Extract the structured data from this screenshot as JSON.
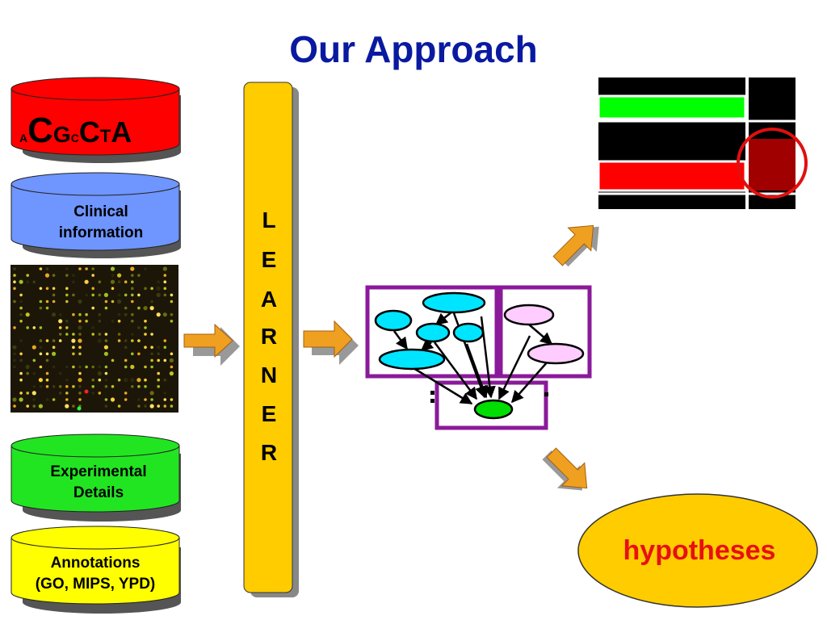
{
  "slide": {
    "title": "Our Approach"
  },
  "sources": {
    "dna_letters": [
      "A",
      "C",
      "G",
      "C",
      "C",
      "T",
      "A"
    ],
    "clinical": [
      "Clinical",
      "information"
    ],
    "experimental": [
      "Experimental",
      "Details"
    ],
    "annotations": [
      "Annotations",
      "(GO, MIPS, YPD)"
    ]
  },
  "learner": {
    "letters": [
      "L",
      "E",
      "A",
      "R",
      "N",
      "E",
      "R"
    ]
  },
  "outputs": {
    "hypotheses": "hypotheses"
  },
  "colors": {
    "title": "#0a1aa0",
    "dna_db": "#ff0000",
    "clinical_db": "#6f95ff",
    "experimental_db": "#22e522",
    "annotations_db": "#ffff00",
    "learner": "#ffcc00",
    "arrow": "#f0a020",
    "network_frame": "#8a1a9a",
    "node_cyan": "#00e5ff",
    "node_pink": "#ffccff",
    "node_green": "#00dd00",
    "hypotheses": "#ffcc00",
    "hypotheses_text": "#e81010"
  }
}
